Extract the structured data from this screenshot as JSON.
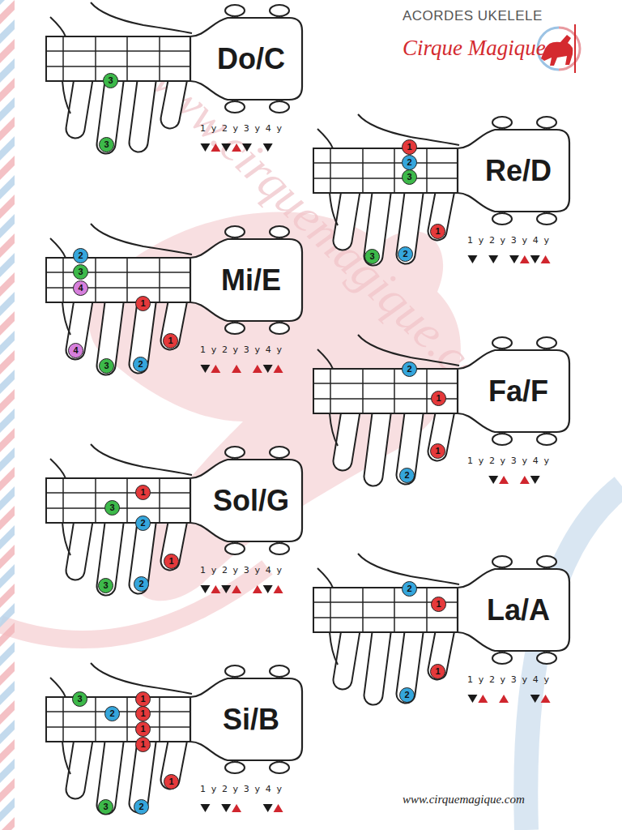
{
  "diagram": {
    "title": "ACORDES UKELELE",
    "nodes": [
      {
        "text": [
          "Do/C"
        ]
      },
      {
        "text": [
          "3"
        ]
      },
      {
        "text": [
          "3"
        ]
      },
      {
        "text": [
          "Re/D"
        ]
      },
      {
        "text": [
          "1"
        ]
      },
      {
        "text": [
          "2"
        ]
      },
      {
        "text": [
          "3"
        ]
      },
      {
        "text": [
          "3"
        ]
      },
      {
        "text": [
          "2"
        ]
      },
      {
        "text": [
          "1"
        ]
      },
      {
        "text": [
          "Mi/E"
        ]
      },
      {
        "text": [
          "2"
        ]
      },
      {
        "text": [
          "3"
        ]
      },
      {
        "text": [
          "4"
        ]
      },
      {
        "text": [
          "1"
        ]
      },
      {
        "text": [
          "4"
        ]
      },
      {
        "text": [
          "3"
        ]
      },
      {
        "text": [
          "2"
        ]
      },
      {
        "text": [
          "1"
        ]
      },
      {
        "text": [
          "Fa/F"
        ]
      },
      {
        "text": [
          "2"
        ]
      },
      {
        "text": [
          "1"
        ]
      },
      {
        "text": [
          "1"
        ]
      },
      {
        "text": [
          "2"
        ]
      },
      {
        "text": [
          "Sol/G"
        ]
      },
      {
        "text": [
          "1"
        ]
      },
      {
        "text": [
          "3"
        ]
      },
      {
        "text": [
          "2"
        ]
      },
      {
        "text": [
          "3"
        ]
      },
      {
        "text": [
          "2"
        ]
      },
      {
        "text": [
          "1"
        ]
      },
      {
        "text": [
          "La/A"
        ]
      },
      {
        "text": [
          "2"
        ]
      },
      {
        "text": [
          "1"
        ]
      },
      {
        "text": [
          "1"
        ]
      },
      {
        "text": [
          "2"
        ]
      },
      {
        "text": [
          "Si/B"
        ]
      },
      {
        "text": [
          "3"
        ]
      },
      {
        "text": [
          "2"
        ]
      },
      {
        "text": [
          "1"
        ]
      },
      {
        "text": [
          "1"
        ]
      },
      {
        "text": [
          "1"
        ]
      },
      {
        "text": [
          "1"
        ]
      },
      {
        "text": [
          "1"
        ]
      },
      {
        "text": [
          "2"
        ]
      },
      {
        "text": [
          "3"
        ]
      }
    ],
    "labels": [
      "Cirque Magique",
      "www.cirquemagique.com",
      "1 y 2 y 3 y 4 y",
      "1 y 2 y 3 y 4 y",
      "1 y 2 y 3 y 4 y",
      "1 y 2 y 3 y 4 y",
      "1 y 2 y 3 y 4 y",
      "1 y 2 y 3 y 4 y",
      "1 y 2 y 3 y 4 y",
      "www.cirquemagique.com"
    ]
  }
}
